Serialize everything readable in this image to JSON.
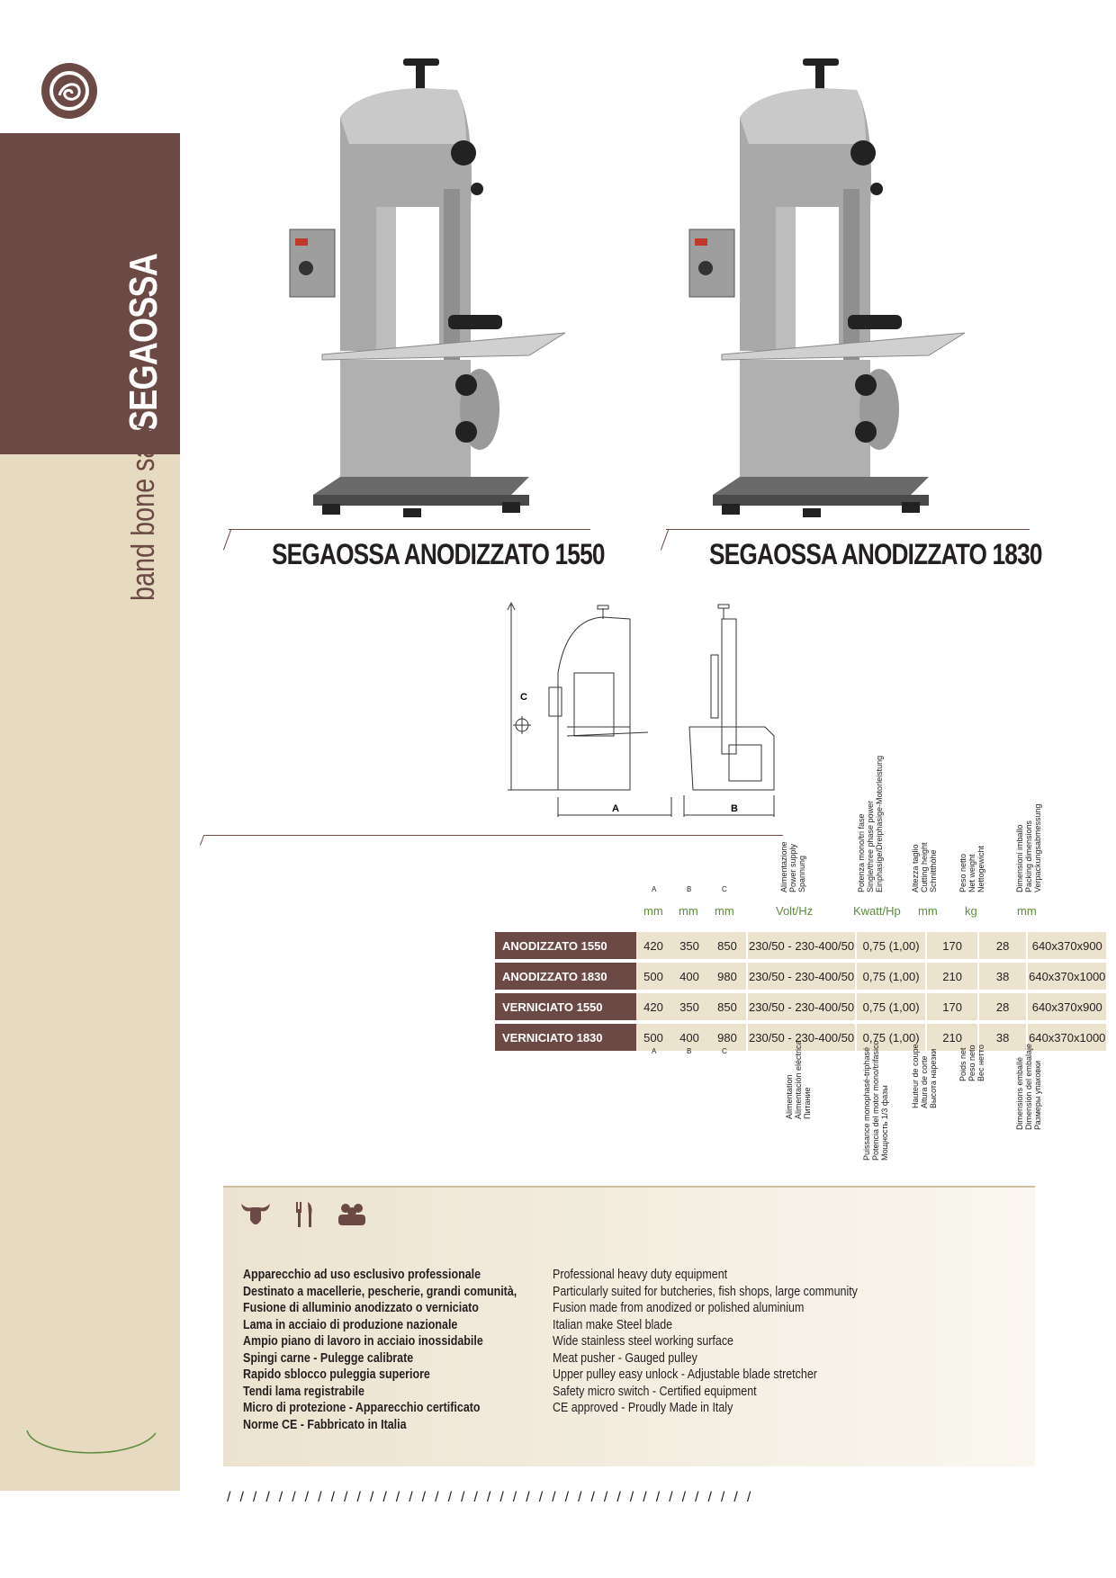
{
  "section": {
    "title": "SEGAOSSA",
    "subtitle": "band bone saw"
  },
  "products": [
    {
      "name": "SEGAOSSA ANODIZZATO 1550"
    },
    {
      "name": "SEGAOSSA ANODIZZATO 1830"
    }
  ],
  "drawing": {
    "label_a": "A",
    "label_b": "B",
    "label_c": "C"
  },
  "table": {
    "top_small_heads": [
      "A",
      "B",
      "C"
    ],
    "top_vertical_heads": [
      "Alimentazione\nPower supply\nSpannung",
      "Potenza mono/tri fase\nSingle/three phase power\nEinphasige/Dreiphasige-Motorleistung",
      "Altezza taglio\nCutting height\nSchnitthöhe",
      "Peso netto\nNet weight\nNettogewicht",
      "Dimensioni imballo\nPacking dimensions\nVerpackungsabmessung"
    ],
    "units": [
      "mm",
      "mm",
      "mm",
      "Volt/Hz",
      "Kwatt/Hp",
      "mm",
      "kg",
      "mm"
    ],
    "rows": [
      {
        "label": "ANODIZZATO 1550",
        "values": [
          "420",
          "350",
          "850",
          "230/50 - 230-400/50",
          "0,75 (1,00)",
          "170",
          "28",
          "640x370x900"
        ]
      },
      {
        "label": "ANODIZZATO 1830",
        "values": [
          "500",
          "400",
          "980",
          "230/50 - 230-400/50",
          "0,75 (1,00)",
          "210",
          "38",
          "640x370x1000"
        ]
      },
      {
        "label": "VERNICIATO 1550",
        "values": [
          "420",
          "350",
          "850",
          "230/50 - 230-400/50",
          "0,75 (1,00)",
          "170",
          "28",
          "640x370x900"
        ]
      },
      {
        "label": "VERNICIATO 1830",
        "values": [
          "500",
          "400",
          "980",
          "230/50 - 230-400/50",
          "0,75 (1,00)",
          "210",
          "38",
          "640x370x1000"
        ]
      }
    ],
    "bottom_small_heads": [
      "A",
      "B",
      "C"
    ],
    "bottom_vertical_heads": [
      "Alimentation\nAlimentación eléctrica\nПитание",
      "Puissance monophasé-triphasé\nPotencia del motor mono/trifasico\nМощность 1/3 фазы",
      "Hauteur de coupe\nAltura de corte\nВысота нарезки",
      "Poids net\nPeso neto\nВес нетто",
      "Dimensions emballé\nDimensión del embalaje\nРазмеры упаковки"
    ]
  },
  "features": {
    "italian": [
      "Apparecchio ad uso esclusivo professionale",
      "Destinato a macellerie, pescherie, grandi comunità,",
      "Fusione di  alluminio anodizzato o verniciato",
      "Lama in acciaio di produzione nazionale",
      "Ampio piano di lavoro in acciaio inossidabile",
      "Spingi carne - Pulegge calibrate",
      "Rapido sblocco puleggia superiore",
      "Tendi lama registrabile",
      "Micro di protezione - Apparecchio certificato",
      "Norme CE - Fabbricato in Italia"
    ],
    "english": [
      "Professional heavy duty equipment",
      "Particularly suited for butcheries, fish shops, large community",
      "Fusion made from anodized or polished aluminium",
      "Italian make Steel blade",
      "Wide stainless steel working surface",
      "Meat pusher - Gauged pulley",
      "Upper pulley easy unlock - Adjustable blade stretcher",
      "Safety micro switch - Certified equipment",
      "CE approved - Proudly Made in Italy"
    ]
  },
  "icons": [
    "bull-head-icon",
    "fork-knife-icon",
    "people-group-icon"
  ],
  "colors": {
    "brand_brown": "#6b4a45",
    "beige": "#e6dac0",
    "unit_green": "#5d8c3c"
  }
}
